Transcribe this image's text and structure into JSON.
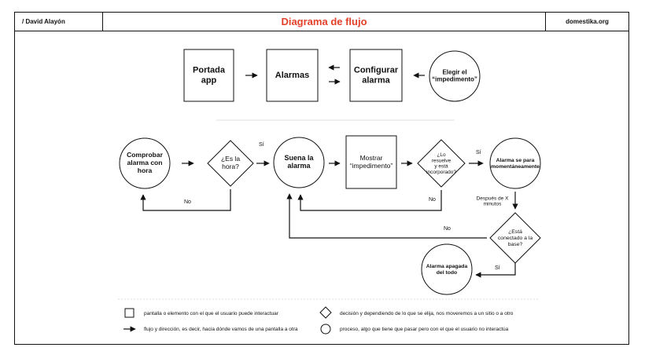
{
  "header": {
    "author": "/ David Alayón",
    "title": "Diagrama de flujo",
    "site": "domestika.org"
  },
  "top_flow": {
    "portada": [
      "Portada",
      "app"
    ],
    "alarmas": [
      "Alarmas"
    ],
    "configurar": [
      "Configurar",
      "alarma"
    ],
    "elegir": [
      "Elegir el",
      "“impedimento”"
    ]
  },
  "main_flow": {
    "comprobar": [
      "Comprobar",
      "alarma con",
      "hora"
    ],
    "es_la_hora": [
      "¿Es la",
      "hora?"
    ],
    "suena": [
      "Suena la",
      "alarma"
    ],
    "mostrar": [
      "Mostrar",
      "“impedimento”"
    ],
    "lo_resuelve": [
      "¿Lo",
      "resuelve",
      "y está",
      "incorporado?"
    ],
    "se_para": [
      "Alarma se para",
      "momentáneamente"
    ],
    "conectado": [
      "¿Está",
      "conectado a la",
      "base?"
    ],
    "apagada": [
      "Alarma apagada",
      "del todo"
    ]
  },
  "edge_labels": {
    "si_hora": "Sí",
    "no_hora": "No",
    "si_resuelve": "Sí",
    "no_resuelve": "No",
    "despues": [
      "Después de X",
      "minutos"
    ],
    "no_conectado": "No",
    "si_conectado": "Sí"
  },
  "legend": {
    "screen": "pantalla o elemento con el que el usuario puede interactuar",
    "flow": "flujo y dirección, es decir, hacia dónde vamos de una pantalla a otra",
    "decision": "decisión y dependiendo de lo que se elija, nos moveremos a un sitio o a otro",
    "process": "proceso, algo que tiene que pasar pero con el que el usuario no interactúa"
  }
}
